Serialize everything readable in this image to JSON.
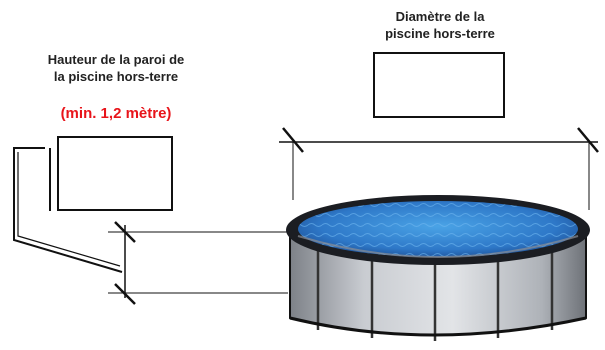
{
  "diameter_label": {
    "line1": "Diamètre de la",
    "line2": "piscine hors-terre"
  },
  "wall_label": {
    "line1": "Hauteur de la paroi de",
    "line2": "la piscine hors-terre",
    "minimum": "(min. 1,2 mètre)"
  },
  "diameter_input_value": "",
  "wall_height_input_value": "",
  "colors": {
    "minimum_text": "#e8141a",
    "water": "#2e78c8",
    "wall": "#b8bcc2",
    "outline": "#111111"
  }
}
